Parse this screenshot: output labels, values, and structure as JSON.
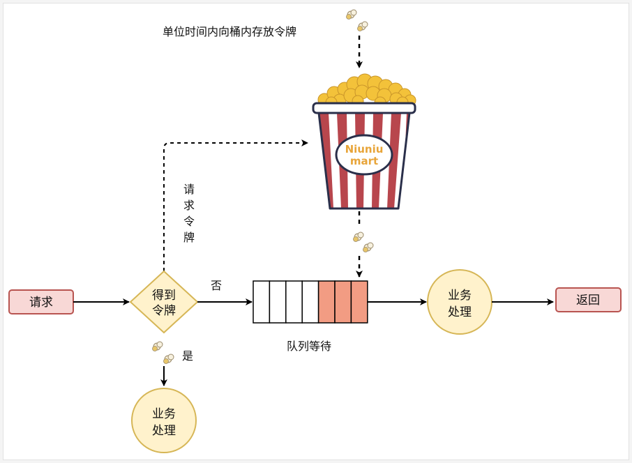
{
  "diagram": {
    "top_caption": "单位时间内向桶内存放令牌",
    "request_box": "请求",
    "decision": {
      "line1": "得到",
      "line2": "令牌"
    },
    "request_token_label": [
      "请",
      "求",
      "令",
      "牌"
    ],
    "no_label": "否",
    "yes_label": "是",
    "queue_label": "队列等待",
    "process_right": {
      "line1": "业务",
      "line2": "处理"
    },
    "process_bottom": {
      "line1": "业务",
      "line2": "处理"
    },
    "return_box": "返回",
    "bucket_brand": {
      "line1": "Niuniu",
      "line2": "mart"
    },
    "queue": {
      "total_slots": 7,
      "filled_slots": 3
    }
  },
  "colors": {
    "request_fill": "#f8d8d6",
    "request_stroke": "#b85450",
    "decision_fill": "#fff2cc",
    "decision_stroke": "#d6b656",
    "queue_filled": "#f29c83",
    "bucket_red": "#b8464d",
    "bucket_navy": "#2a2f4a",
    "popcorn": "#f3c23a",
    "brand_text": "#e8a53a"
  }
}
